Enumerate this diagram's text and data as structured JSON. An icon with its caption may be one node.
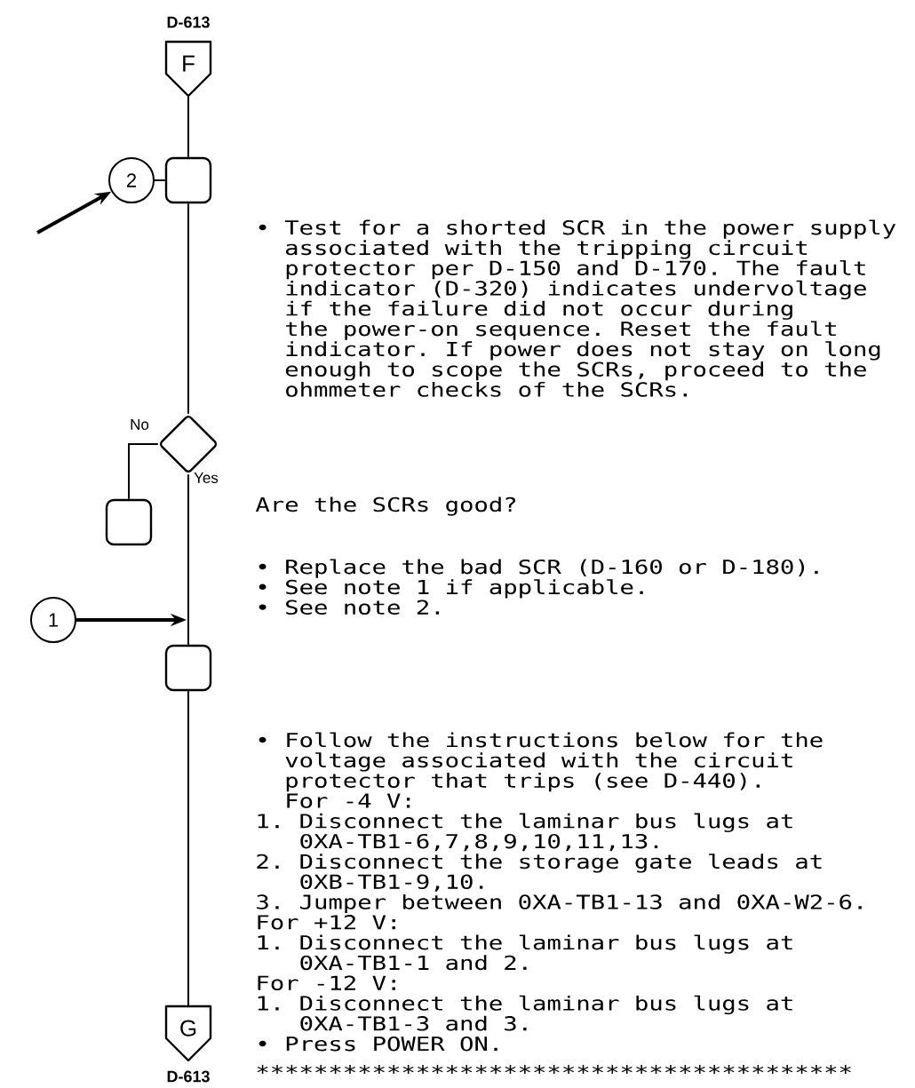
{
  "diagram": {
    "nodes": [
      {
        "text": [
          "F"
        ],
        "beside": [
          "D-613"
        ]
      },
      {
        "text": [],
        "shape": "box",
        "beside": [
          "• Test for a shorted SCR in the power supply associated with the tripping circuit protector per D-150 and D-170. The fault indicator (D-320) indicates undervoltage if the failure did not occur during the power-on sequence. Reset the fault indicator. If power does not stay on long enough to scope the SCRs, proceed to the ohmmeter checks of the SCRs."
        ]
      },
      {
        "text": [
          "2"
        ]
      },
      {
        "text": [],
        "shape": "diamond",
        "beside": [
          "Are the SCRs good?"
        ]
      },
      {
        "text": [],
        "shape": "box",
        "beside": [
          "• Replace the bad SCR (D-160 or D-180).",
          "• See note 1 if applicable.",
          "• See note 2."
        ]
      },
      {
        "text": [
          "1"
        ]
      },
      {
        "text": [],
        "shape": "box",
        "beside": [
          "• Follow the instructions below for the voltage associated with the circuit protector that trips (see D-440).",
          "For -4 V:",
          "1. Disconnect the laminar bus lugs at 0XA-TB1-6,7,8,9,10,11,13.",
          "2. Disconnect the storage gate leads at 0XB-TB1-9,10.",
          "3. Jumper between 0XA-TB1-13 and 0XA-W2-6.",
          "For +12 V:",
          "1. Disconnect the laminar bus lugs at 0XA-TB1-1 and 2.",
          "For -12 V:",
          "1. Disconnect the laminar bus lugs at 0XA-TB1-3 and 3.",
          "• Press POWER ON."
        ]
      },
      {
        "text": [
          "G"
        ],
        "beside": [
          "D-613"
        ]
      }
    ],
    "edges": [
      {
        "from": 0,
        "to": 1,
        "arrow": "none"
      },
      {
        "from": 2,
        "to": 1,
        "arrow": "none"
      },
      {
        "from": null,
        "to": 2,
        "arrow": "to",
        "style": "thick"
      },
      {
        "from": 1,
        "to": 3,
        "arrow": "none"
      },
      {
        "from": 3,
        "to": 4,
        "arrow": "none",
        "label": "No"
      },
      {
        "from": 3,
        "to": 6,
        "arrow": "none",
        "label": "Yes"
      },
      {
        "from": 5,
        "to": null,
        "arrow": "to",
        "style": "thick"
      },
      {
        "from": 6,
        "to": 7,
        "arrow": "none"
      }
    ],
    "labels": [
      "∗∗∗∗∗∗∗∗∗∗∗∗∗∗∗∗∗∗∗∗∗∗∗∗∗∗∗∗∗∗∗∗∗∗∗∗∗∗∗∗∗"
    ]
  }
}
